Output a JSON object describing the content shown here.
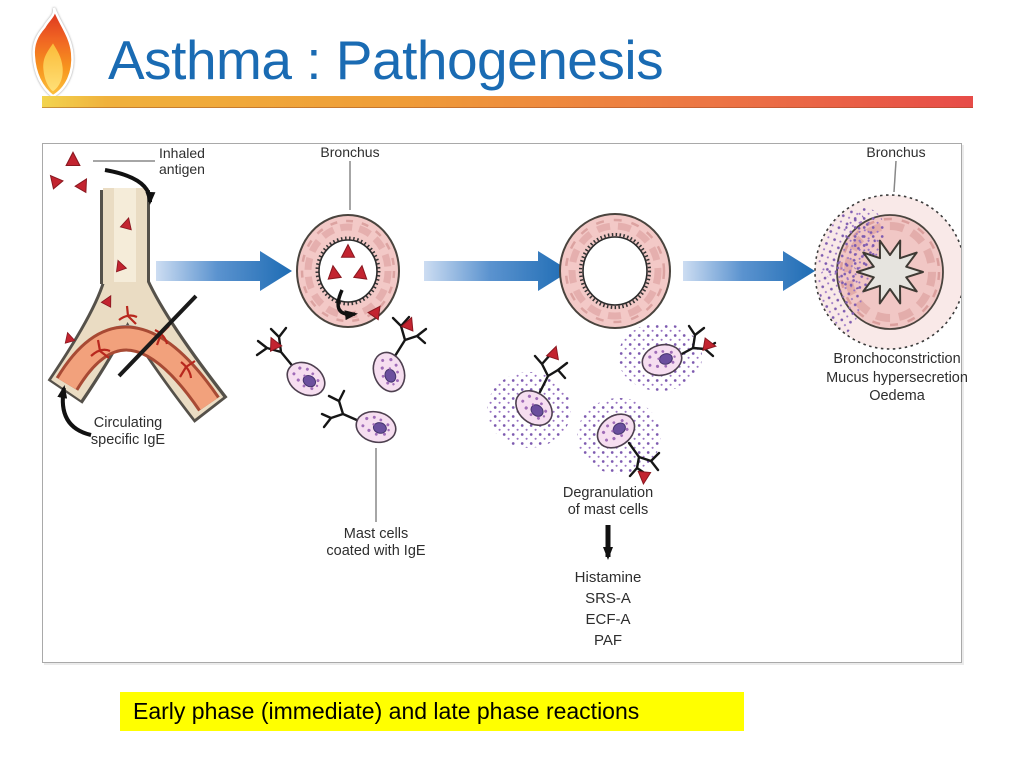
{
  "header": {
    "title": "Asthma : Pathogenesis"
  },
  "diagram": {
    "inhaled_antigen": "Inhaled\nantigen",
    "bronchus_label_mid": "Bronchus",
    "bronchus_label_right": "Bronchus",
    "circulating_ige": "Circulating\nspecific IgE",
    "mast_cells": "Mast cells\ncoated with IgE",
    "degranulation": "Degranulation\nof mast cells",
    "mediators": [
      "Histamine",
      "SRS-A",
      "ECF-A",
      "PAF"
    ],
    "outcomes": [
      "Bronchoconstriction",
      "Mucus hypersecretion",
      "Oedema"
    ]
  },
  "caption": {
    "text": "Early phase (immediate) and late phase reactions"
  },
  "colors": {
    "title_blue": "#1a6bb3",
    "caption_highlight": "#ffff00",
    "arrow_blue": "#1e6cb4",
    "antigen_red": "#c32430",
    "bronchus_pink": "#f3c9c7",
    "rule_gradient_start": "#f2d44e",
    "rule_gradient_end": "#e74c48"
  }
}
